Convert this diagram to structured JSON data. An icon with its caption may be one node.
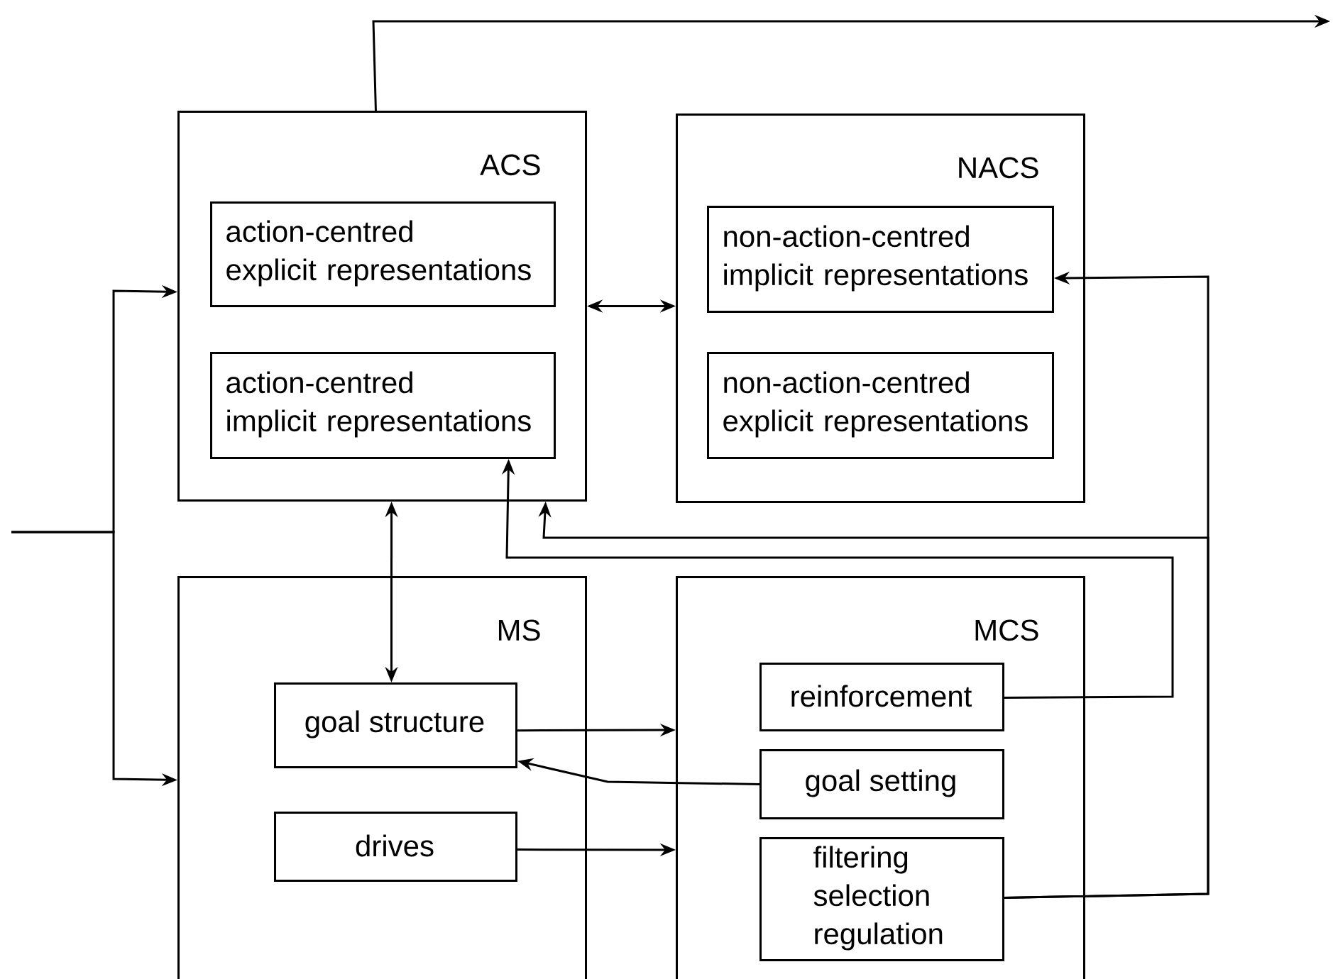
{
  "diagram": {
    "nodes": [
      {
        "text": [
          "ACS"
        ]
      },
      {
        "text": [
          "action-centred explicit representations"
        ],
        "in": 0
      },
      {
        "text": [
          "action-centred implicit representations"
        ],
        "in": 0
      },
      {
        "text": [
          "NACS"
        ]
      },
      {
        "text": [
          "non-action-centred implicit representations"
        ],
        "in": 3
      },
      {
        "text": [
          "non-action-centred explicit representations"
        ],
        "in": 3
      },
      {
        "text": [
          "MS"
        ]
      },
      {
        "text": [
          "goal structure"
        ],
        "in": 6
      },
      {
        "text": [
          "drives"
        ],
        "in": 6
      },
      {
        "text": [
          "MCS"
        ]
      },
      {
        "text": [
          "reinforcement"
        ],
        "in": 9
      },
      {
        "text": [
          "goal setting"
        ],
        "in": 9
      },
      {
        "text": [
          "filtering selection regulation"
        ],
        "in": 9
      }
    ],
    "edges": [
      {
        "from": null,
        "to": 0,
        "arrow": "to"
      },
      {
        "from": null,
        "to": 6,
        "arrow": "to"
      },
      {
        "from": 0,
        "to": null,
        "arrow": "to"
      },
      {
        "from": 0,
        "to": 3,
        "arrow": "both"
      },
      {
        "from": 0,
        "to": 7,
        "arrow": "both"
      },
      {
        "from": 7,
        "to": 9,
        "arrow": "to"
      },
      {
        "from": 11,
        "to": 7,
        "arrow": "to"
      },
      {
        "from": 8,
        "to": 9,
        "arrow": "to"
      },
      {
        "from": 10,
        "to": 2,
        "arrow": "to"
      },
      {
        "from": 12,
        "to": 0,
        "arrow": "to"
      },
      {
        "from": 12,
        "to": 4,
        "arrow": "to"
      }
    ]
  }
}
